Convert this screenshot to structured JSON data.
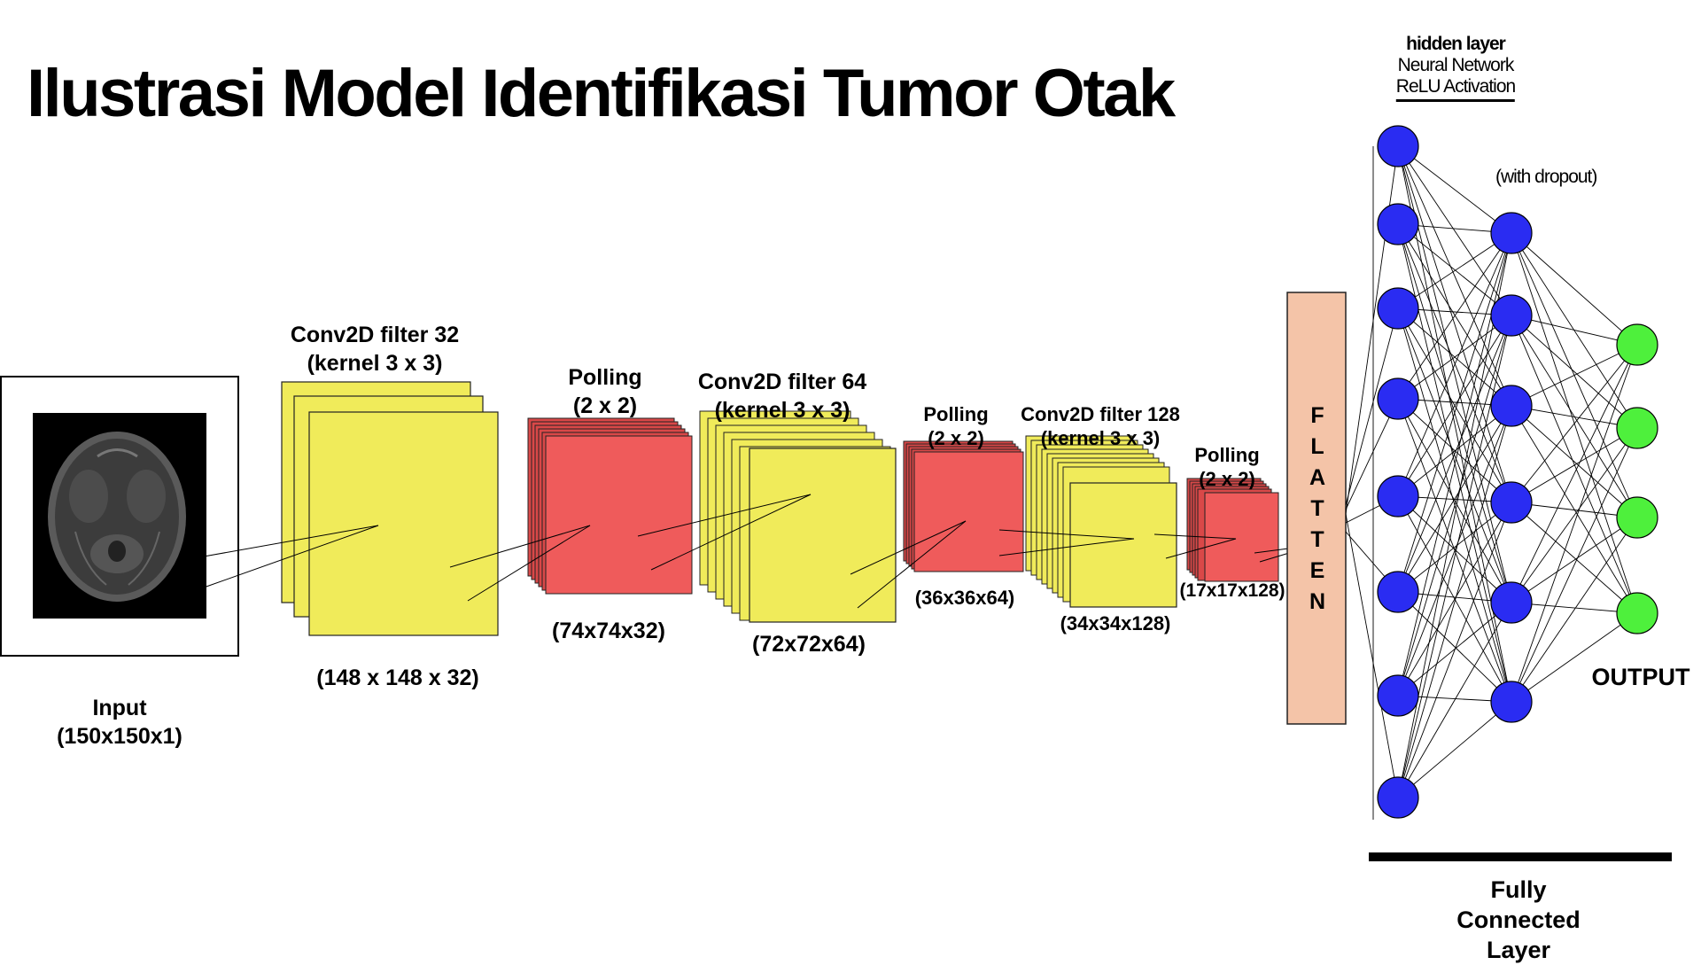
{
  "title": "Ilustrasi Model Identifikasi Tumor Otak",
  "layers": {
    "input": {
      "name": "Input",
      "shape": "(150x150x1)"
    },
    "conv1": {
      "name": "Conv2D filter 32",
      "kernel": "(kernel 3 x 3)",
      "shape": "(148 x 148 x 32)"
    },
    "pool1": {
      "name": "Polling",
      "size": "(2 x 2)",
      "shape": "(74x74x32)"
    },
    "conv2": {
      "name": "Conv2D filter 64",
      "kernel": "(kernel 3 x 3)",
      "shape": "(72x72x64)"
    },
    "pool2": {
      "name": "Polling",
      "size": "(2 x 2)",
      "shape": "(36x36x64)"
    },
    "conv3": {
      "name": "Conv2D filter 128",
      "kernel": "(kernel 3 x 3)",
      "shape": "(34x34x128)"
    },
    "pool3": {
      "name": "Polling",
      "size": "(2 x 2)",
      "shape": "(17x17x128)"
    },
    "flatten": {
      "letters": [
        "F",
        "L",
        "A",
        "T",
        "T",
        "E",
        "N"
      ]
    }
  },
  "fully_connected": {
    "hidden_title": "hidden layer",
    "hidden_subtitle1": "Neural Network",
    "hidden_subtitle2": "ReLU Activation",
    "dropout_note": "(with dropout)",
    "output_label": "OUTPUT",
    "section_label": "Fully Connected Layer",
    "hidden1_nodes": 8,
    "hidden2_nodes": 6,
    "output_nodes": 4
  },
  "colors": {
    "conv": "#f0eb5a",
    "pool": "#ef5b5b",
    "pool_back": "#d94848",
    "flatten": "#f4c4a8",
    "hidden_node": "#2a2cf2",
    "output_node": "#4ef03c"
  }
}
